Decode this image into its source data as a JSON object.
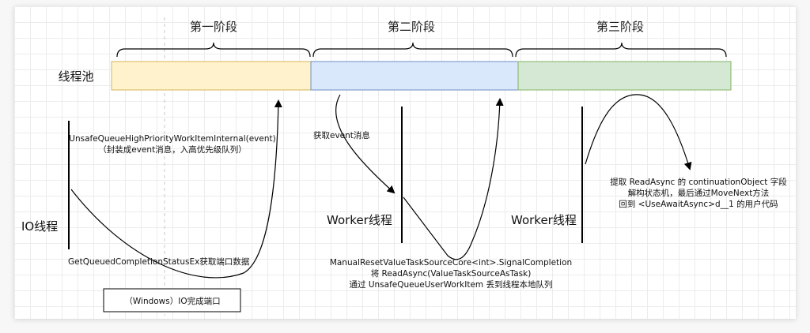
{
  "colors": {
    "stage1_fill": "#fff2cc",
    "stage1_stroke": "#d6b656",
    "stage2_fill": "#dae8fc",
    "stage2_stroke": "#6c8ebf",
    "stage3_fill": "#d5e8d4",
    "stage3_stroke": "#82b366",
    "line": "#000000"
  },
  "stages": [
    "第一阶段",
    "第二阶段",
    "第三阶段"
  ],
  "lanes": {
    "thread_pool": "线程池",
    "io_thread": "IO线程",
    "worker_thread_1": "Worker线程",
    "worker_thread_2": "Worker线程"
  },
  "notes": {
    "unsafe_queue_line1": "UnsafeQueueHighPriorityWorkItemInternal(event)",
    "unsafe_queue_line2": "（封装成event消息，入高优先级队列）",
    "get_queued": "GetQueuedCompletionStatusEx获取端口数据",
    "iocp_box": "（Windows）IO完成端口",
    "fetch_event": "获取event消息",
    "signal_line1": "ManualResetValueTaskSourceCore<int>.SignalCompletion",
    "signal_line2": "将 ReadAsync(ValueTaskSourceAsTask)",
    "signal_line3": "通过 UnsafeQueueUserWorkItem 丢到线程本地队列",
    "read_line1": "提取 ReadAsync 的 continuationObject 字段",
    "read_line2": "解构状态机，最后通过MoveNext方法",
    "read_line3": "回到 <UseAwaitAsync>d__1 的用户代码"
  }
}
